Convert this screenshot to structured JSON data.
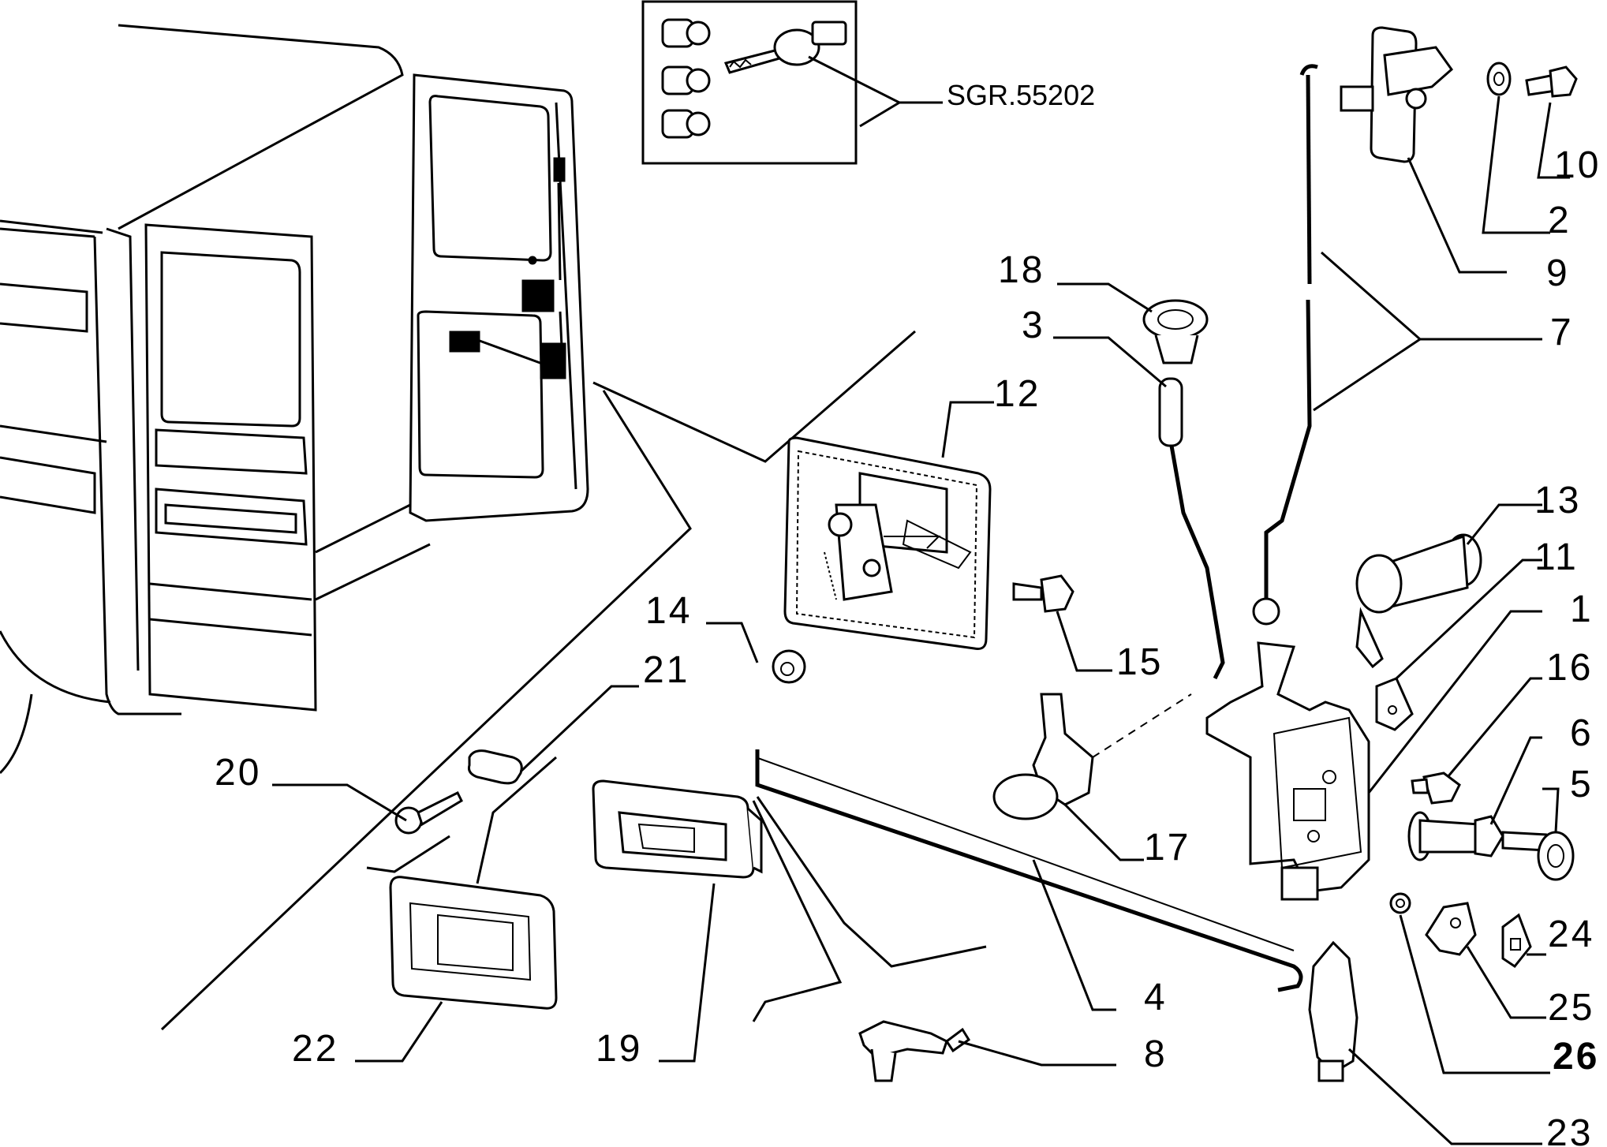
{
  "reference": "SGR.55202",
  "callouts": {
    "c1": "1",
    "c2": "2",
    "c3": "3",
    "c4": "4",
    "c5": "5",
    "c6": "6",
    "c7": "7",
    "c8": "8",
    "c9": "9",
    "c10": "10",
    "c11": "11",
    "c12": "12",
    "c13": "13",
    "c14": "14",
    "c15": "15",
    "c16": "16",
    "c17": "17",
    "c18": "18",
    "c19": "19",
    "c20": "20",
    "c21": "21",
    "c22": "22",
    "c23": "23",
    "c24": "24",
    "c25": "25",
    "c26": "26"
  }
}
